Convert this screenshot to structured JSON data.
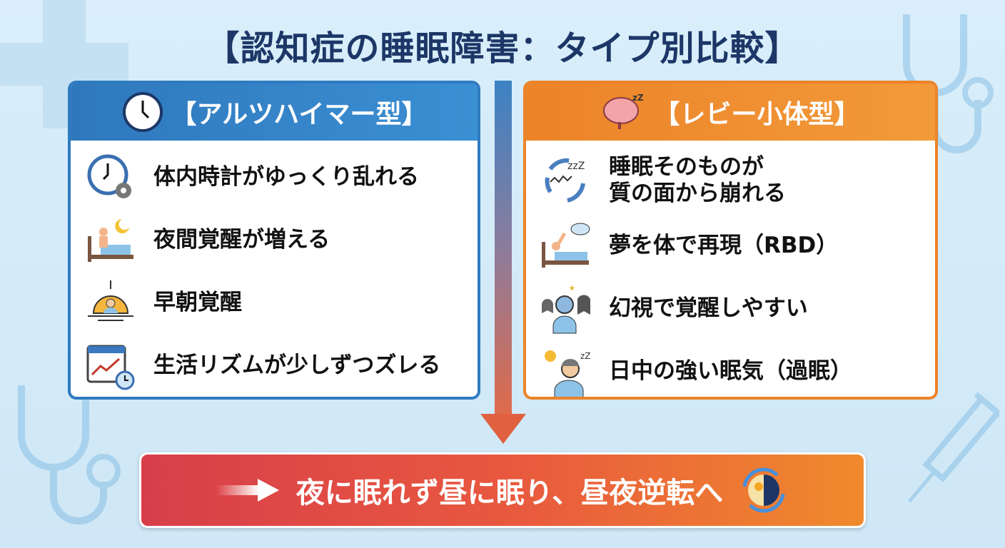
{
  "title": "【認知症の睡眠障害：タイプ別比較】",
  "alzheimer": {
    "heading": "【アルツハイマー型】",
    "items": [
      {
        "icon": "clock-gear-icon",
        "text": "体内時計がゆっくり乱れる"
      },
      {
        "icon": "bed-awake-moon-icon",
        "text": "夜間覚醒が増える"
      },
      {
        "icon": "sunrise-person-icon",
        "text": "早朝覚醒"
      },
      {
        "icon": "calendar-trend-clock-icon",
        "text": "生活リズムが少しずつズレる"
      }
    ]
  },
  "lewy": {
    "heading": "【レビー小体型】",
    "items": [
      {
        "icon": "disrupted-sleep-cycle-icon",
        "line1": "睡眠そのものが",
        "line2": "質の面から崩れる"
      },
      {
        "icon": "dream-acting-bed-icon",
        "text": "夢を体で再現（RBD）"
      },
      {
        "icon": "hallucination-ghosts-icon",
        "text": "幻視で覚醒しやすい"
      },
      {
        "icon": "daytime-sleepy-person-icon",
        "text": "日中の強い眠気（過眠）"
      }
    ]
  },
  "conclusion": "夜に眠れず昼に眠り、昼夜逆転へ",
  "colors": {
    "alzheimer": "#2f7bbf",
    "lewy": "#ec8329",
    "title": "#1c3767"
  }
}
